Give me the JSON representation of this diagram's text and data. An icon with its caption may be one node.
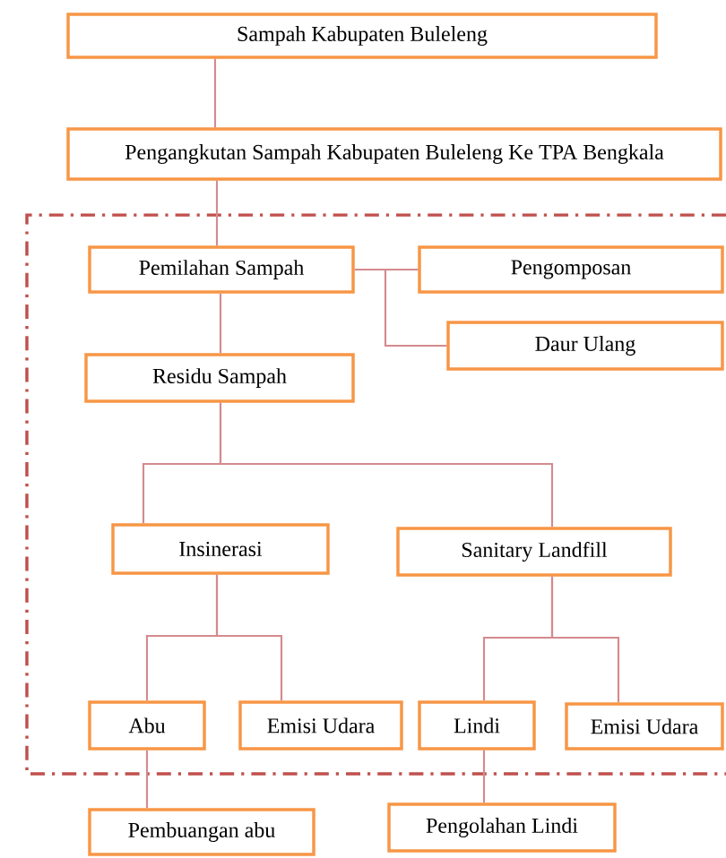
{
  "diagram": {
    "nodes": [
      {
        "text": [
          "Sampah Kabupaten Buleleng"
        ]
      },
      {
        "text": [
          "Pengangkutan Sampah Kabupaten Buleleng Ke TPA Bengkala"
        ]
      },
      {
        "text": [
          "Pemilahan Sampah"
        ]
      },
      {
        "text": [
          "Pengomposan"
        ]
      },
      {
        "text": [
          "Daur Ulang"
        ]
      },
      {
        "text": [
          "Residu Sampah"
        ]
      },
      {
        "text": [
          "Insinerasi"
        ]
      },
      {
        "text": [
          "Sanitary Landfill"
        ]
      },
      {
        "text": [
          "Abu"
        ]
      },
      {
        "text": [
          "Emisi Udara"
        ]
      },
      {
        "text": [
          "Lindi"
        ]
      },
      {
        "text": [
          "Emisi Udara"
        ]
      },
      {
        "text": [
          "Pembuangan abu"
        ]
      },
      {
        "text": [
          "Pengolahan Lindi"
        ]
      }
    ],
    "edges": [
      {
        "from": 0,
        "to": 1,
        "arrow": "none"
      },
      {
        "from": 1,
        "to": 2,
        "arrow": "none"
      },
      {
        "from": 2,
        "to": 3,
        "arrow": "none"
      },
      {
        "from": 2,
        "to": 4,
        "arrow": "none"
      },
      {
        "from": 2,
        "to": 5,
        "arrow": "none"
      },
      {
        "from": 5,
        "to": 6,
        "arrow": "none"
      },
      {
        "from": 5,
        "to": 7,
        "arrow": "none"
      },
      {
        "from": 6,
        "to": 8,
        "arrow": "none"
      },
      {
        "from": 6,
        "to": 9,
        "arrow": "none"
      },
      {
        "from": 7,
        "to": 10,
        "arrow": "none"
      },
      {
        "from": 7,
        "to": 11,
        "arrow": "none"
      },
      {
        "from": 8,
        "to": 12,
        "arrow": "none"
      },
      {
        "from": 10,
        "to": 13,
        "arrow": "none"
      }
    ]
  }
}
